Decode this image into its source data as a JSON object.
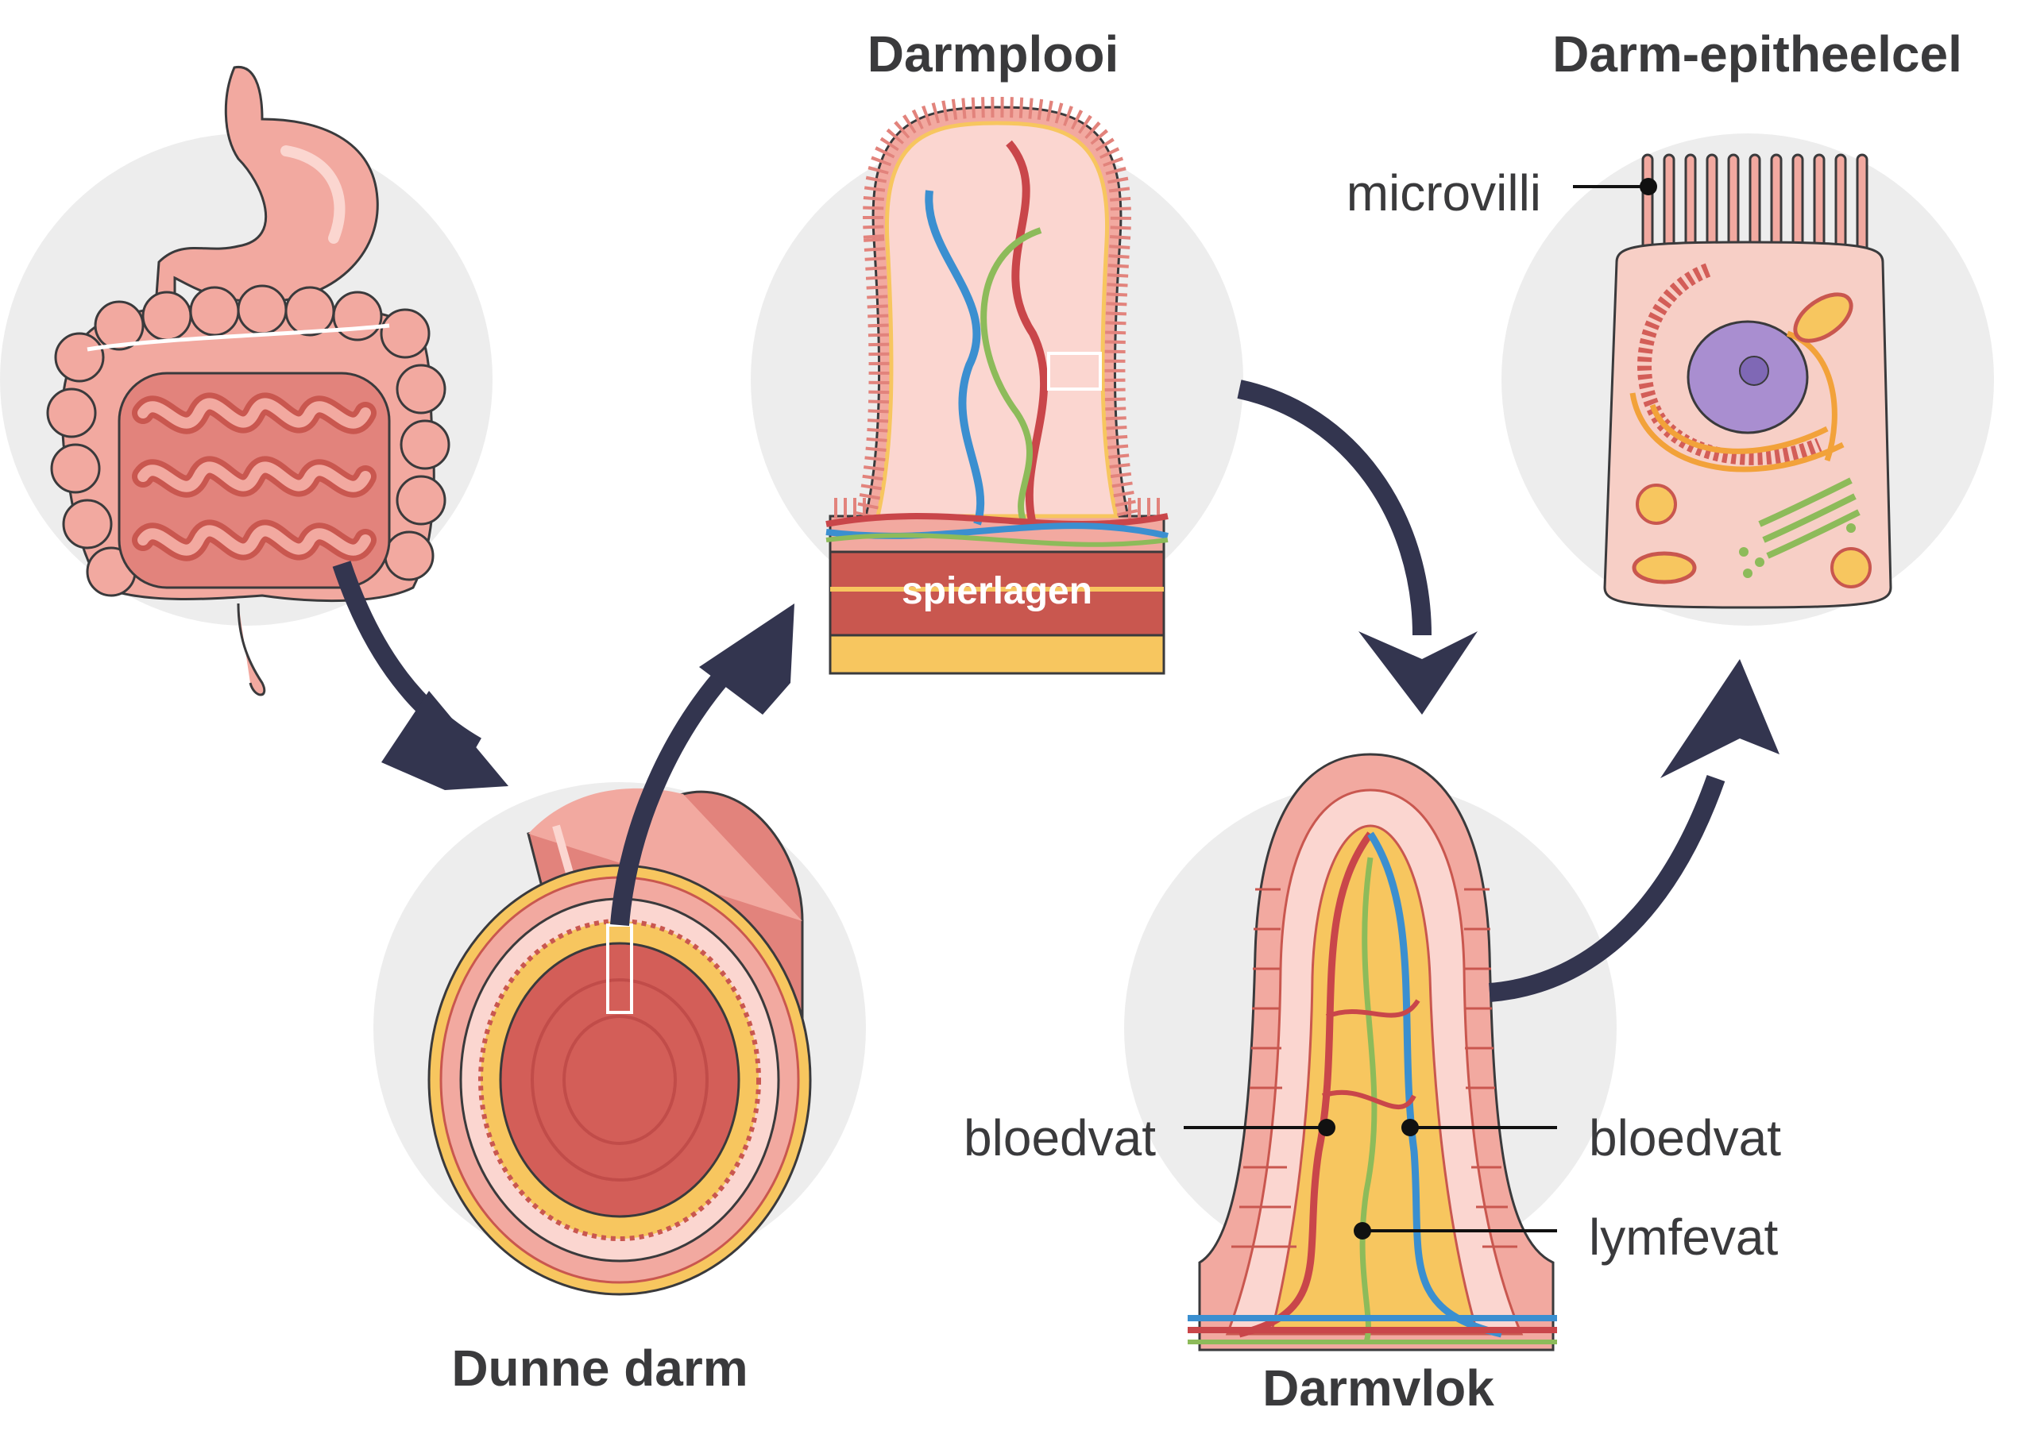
{
  "titles": {
    "small_intestine": "Dunne darm",
    "fold": "Darmplooi",
    "villus": "Darmvlok",
    "epithelial_cell": "Darm-epitheelcel"
  },
  "labels": {
    "muscle_layers": "spierlagen",
    "microvilli": "microvilli",
    "blood_vessel_left": "bloedvat",
    "blood_vessel_right": "bloedvat",
    "lymph_vessel": "lymfevat"
  },
  "colors": {
    "arrow": "#33354f",
    "bg_circle": "#ededed",
    "tissue_pink": "#f2a9a0",
    "tissue_dark": "#c9574f",
    "fat_yellow": "#f7c65f",
    "artery_red": "#c9464a",
    "vein_blue": "#3b8fd0",
    "lymph_green": "#8dbb5a",
    "nucleus_purple": "#a98ed0"
  }
}
